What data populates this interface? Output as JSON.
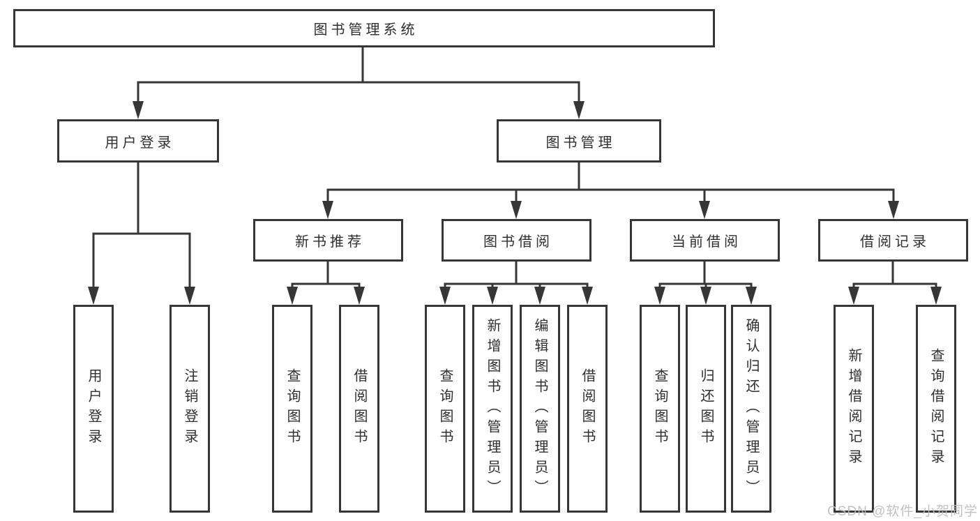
{
  "tree": {
    "label": "图书管理系统",
    "children": [
      {
        "label": "用户登录",
        "children": [
          {
            "label": "用户登录"
          },
          {
            "label": "注销登录"
          }
        ]
      },
      {
        "label": "图书管理",
        "children": [
          {
            "label": "新书推荐",
            "children": [
              {
                "label": "查询图书"
              },
              {
                "label": "借阅图书"
              }
            ]
          },
          {
            "label": "图书借阅",
            "children": [
              {
                "label": "查询图书"
              },
              {
                "label": "新增图书（管理员）"
              },
              {
                "label": "编辑图书（管理员）"
              },
              {
                "label": "借阅图书"
              }
            ]
          },
          {
            "label": "当前借阅",
            "children": [
              {
                "label": "查询图书"
              },
              {
                "label": "归还图书"
              },
              {
                "label": "确认归还（管理员）"
              }
            ]
          },
          {
            "label": "借阅记录",
            "children": [
              {
                "label": "新增借阅记录"
              },
              {
                "label": "查询借阅记录"
              }
            ]
          }
        ]
      }
    ]
  },
  "watermark": {
    "text": "CSDN @软件_小贺同学"
  },
  "colors": {
    "line": "#363636",
    "box_border": "#363636",
    "text": "#2f2f2f",
    "background": "#ffffff",
    "watermark": "#bdbdbd"
  }
}
